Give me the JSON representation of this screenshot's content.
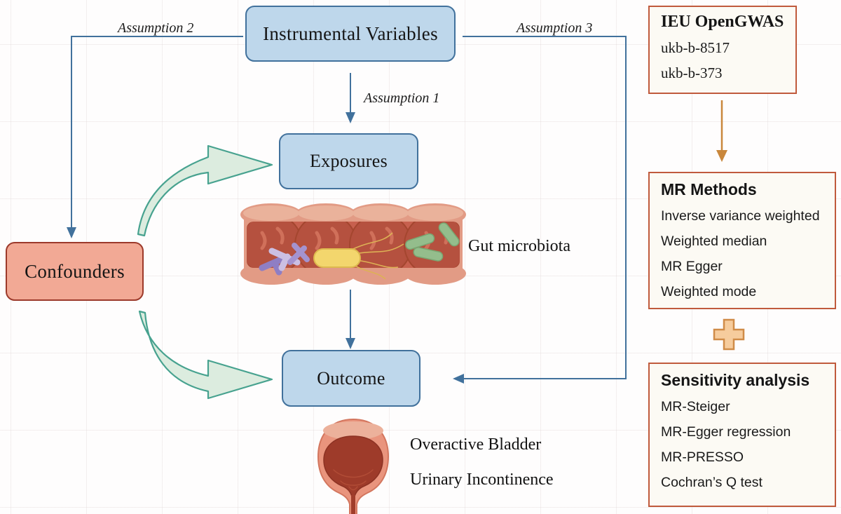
{
  "nodes": {
    "instrumental_variables": "Instrumental Variables",
    "exposures": "Exposures",
    "outcome": "Outcome",
    "confounders": "Confounders"
  },
  "assumptions": {
    "a1": "Assumption 1",
    "a2": "Assumption 2",
    "a3": "Assumption 3"
  },
  "labels": {
    "gut_microbiota": "Gut microbiota",
    "overactive_bladder": "Overactive Bladder",
    "urinary_incontinence": "Urinary Incontinence"
  },
  "panels": {
    "opengwas": {
      "title": "IEU OpenGWAS",
      "items": [
        "ukb-b-8517",
        "ukb-b-373"
      ]
    },
    "mr_methods": {
      "title": "MR Methods",
      "items": [
        "Inverse variance weighted",
        "Weighted median",
        "MR Egger",
        "Weighted mode"
      ]
    },
    "sensitivity": {
      "title": "Sensitivity analysis",
      "items": [
        "MR-Steiger",
        "MR-Egger regression",
        "MR-PRESSO",
        "Cochran’s Q test"
      ]
    }
  },
  "colors": {
    "node_blue_fill": "#bed7eb",
    "node_blue_border": "#41719c",
    "confounder_fill": "#f2a995",
    "confounder_border": "#9c3a2b",
    "panel_fill": "#fcfaf4",
    "panel_border": "#c05a3c",
    "connector_blue": "#41719c",
    "orange_arrow": "#c9873c",
    "green_arrow_fill": "#dcecdf",
    "green_arrow_stroke": "#47a28f"
  }
}
